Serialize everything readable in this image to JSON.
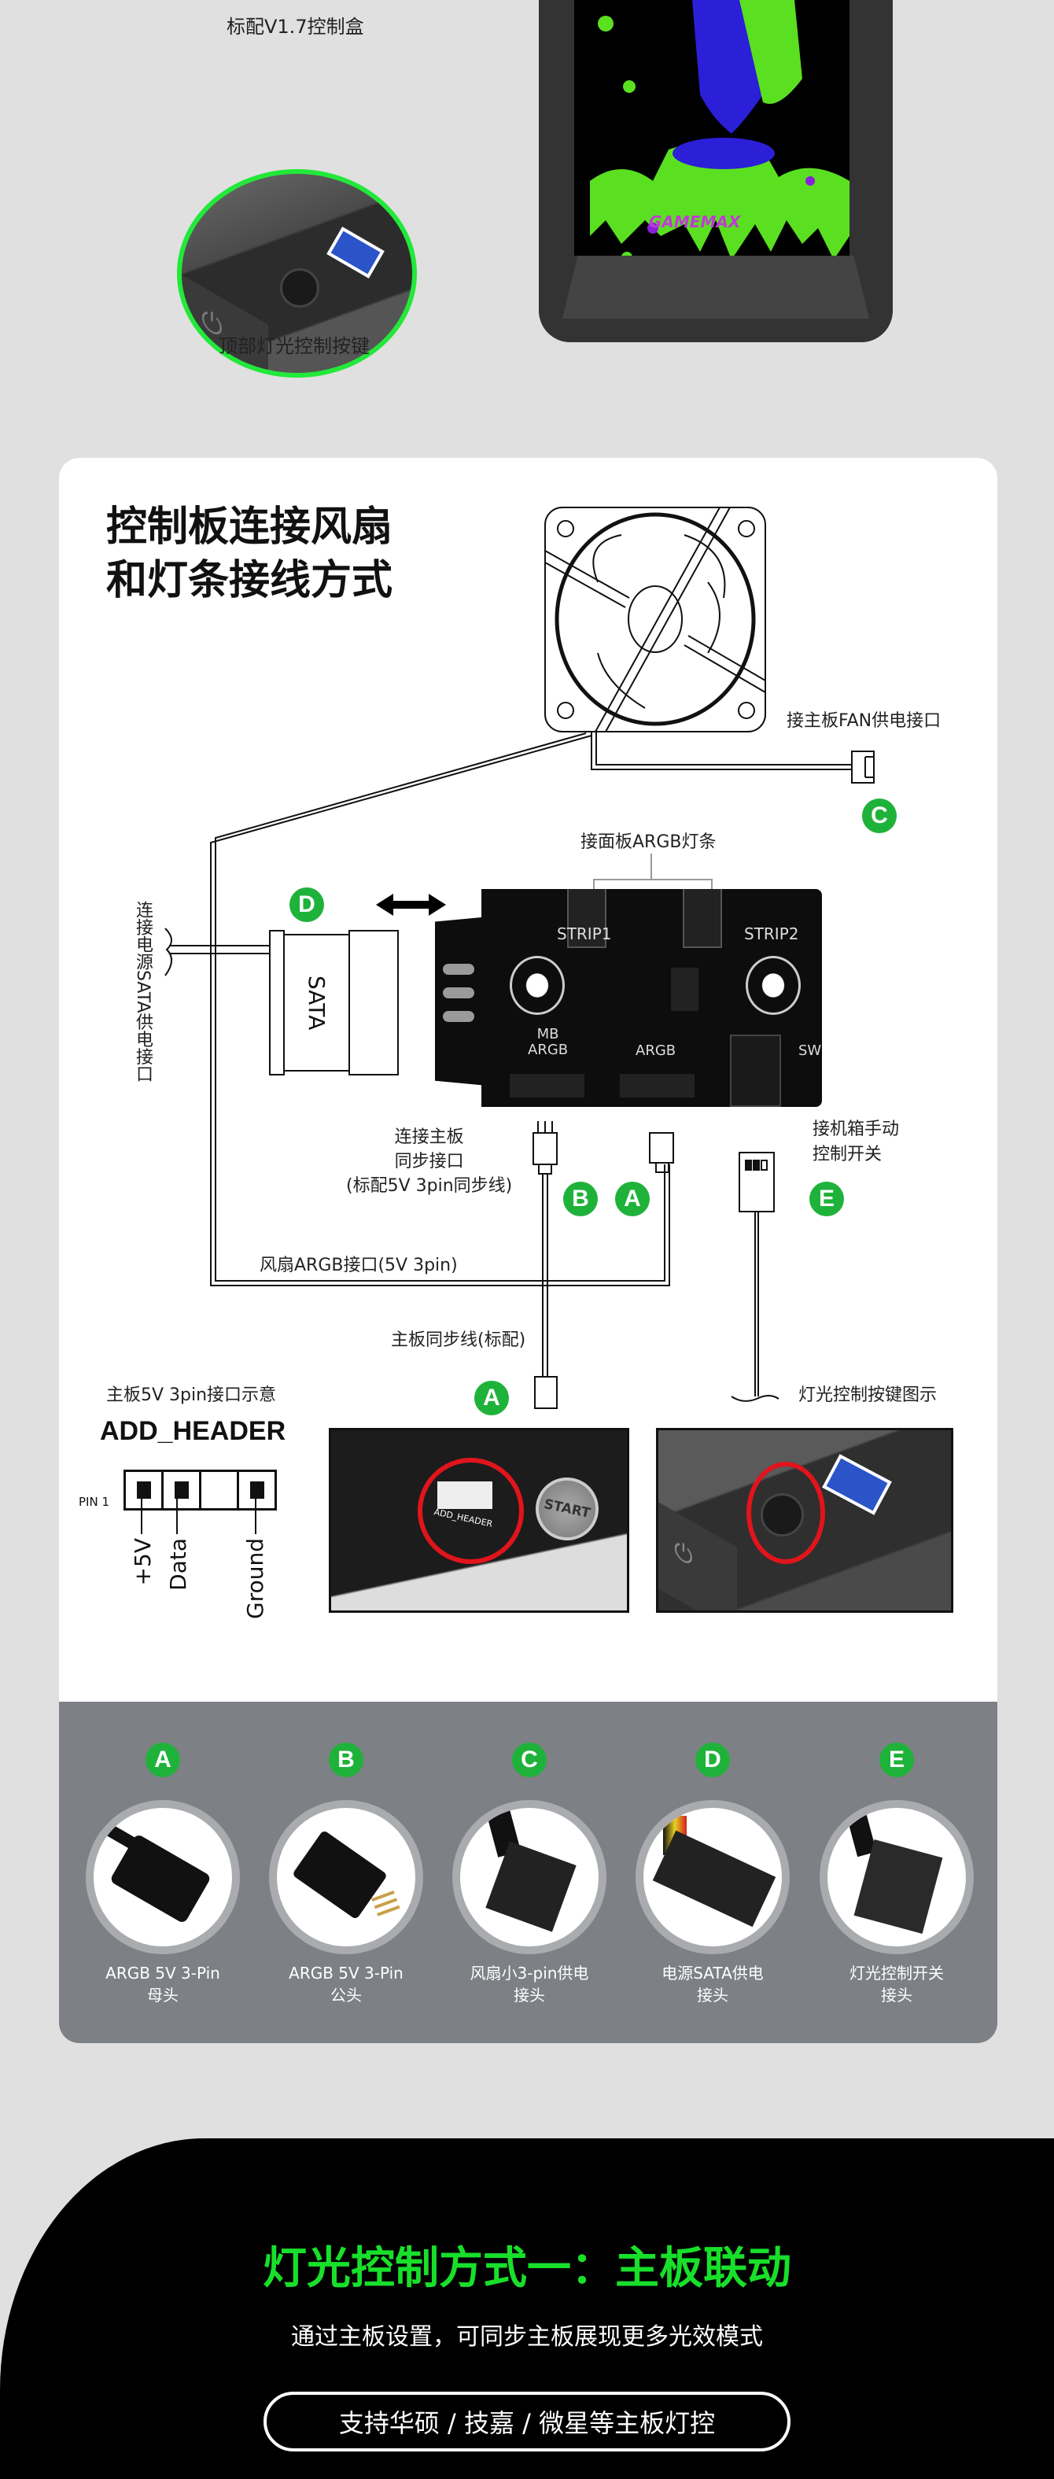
{
  "top": {
    "box_label": "标配V1.7控制盒",
    "button_label": "顶部灯光控制按键",
    "brand": "GAMEMAX"
  },
  "diagram": {
    "title_line1": "控制板连接风扇",
    "title_line2": "和灯条接线方式",
    "fan_power": "接主板FAN供电接口",
    "panel_strip": "接面板ARGB灯条",
    "sata_power": "连接电源SATA供电接口",
    "sata": "SATA",
    "pcb": {
      "strip1": "STRIP1",
      "strip2": "STRIP2",
      "mb": "MB",
      "argb_mb": "ARGB",
      "argb": "ARGB",
      "sw": "SW"
    },
    "mb_sync_1": "连接主板",
    "mb_sync_2": "同步接口",
    "mb_sync_3": "(标配5V 3pin同步线)",
    "case_switch_1": "接机箱手动",
    "case_switch_2": "控制开关",
    "fan_argb": "风扇ARGB接口(5V 3pin)",
    "sync_cable": "主板同步线(标配)",
    "header_caption": "主板5V 3pin接口示意",
    "button_caption": "灯光控制按键图示",
    "header_name": "ADD_HEADER",
    "pin1": "PIN 1",
    "pins": [
      "+5V",
      "Data",
      "Ground"
    ],
    "photo_start": "START",
    "photo_header": "ADD_HEADER"
  },
  "badges": {
    "a": "A",
    "b": "B",
    "c": "C",
    "d": "D",
    "e": "E"
  },
  "connectors": [
    {
      "badge": "A",
      "line1": "ARGB 5V 3-Pin",
      "line2": "母头"
    },
    {
      "badge": "B",
      "line1": "ARGB 5V 3-Pin",
      "line2": "公头"
    },
    {
      "badge": "C",
      "line1": "风扇小3-pin供电",
      "line2": "接头"
    },
    {
      "badge": "D",
      "line1": "电源SATA供电",
      "line2": "接头"
    },
    {
      "badge": "E",
      "line1": "灯光控制开关",
      "line2": "接头"
    }
  ],
  "bottom": {
    "title": "灯光控制方式一：主板联动",
    "subtitle": "通过主板设置，可同步主板展现更多光效模式",
    "pill": "支持华硕 / 技嘉 / 微星等主板灯控"
  },
  "colors": {
    "accent_green": "#1fb23a",
    "title_green": "#18e02a",
    "bg": "#e0e0e0",
    "panel_gray": "#7d8085"
  }
}
